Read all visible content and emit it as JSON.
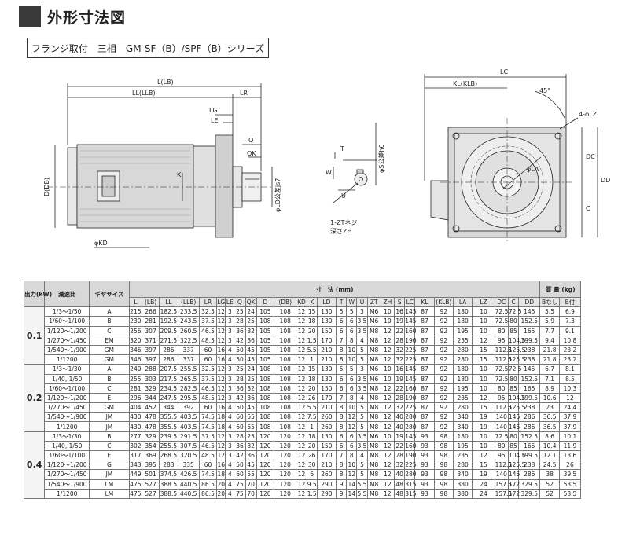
{
  "header": {
    "title": "外形寸法図"
  },
  "series": {
    "title": "フランジ取付　三相　GM-SF（B）/SPF（B）シリーズ"
  },
  "drawing": {
    "labels": {
      "L": "L(LB)",
      "LL": "LL(LLB)",
      "LR": "LR",
      "LG": "LG",
      "LE": "LE",
      "Q": "Q",
      "QK": "QK",
      "K": "K",
      "DB": "D(DB)",
      "KD": "φKD",
      "LD": "φLD公差js7",
      "S": "φS公差h6",
      "T": "T",
      "W": "W",
      "U": "U",
      "ZT": "1-ZTネジ",
      "ZH": "深さZH",
      "LC": "LC",
      "KL": "KL(KLB)",
      "deg": "45°",
      "LZ": "4-φLZ",
      "LA": "φLA",
      "DC": "DC",
      "DD": "DD",
      "C": "C"
    }
  },
  "table": {
    "header": {
      "output": "出力(kW)",
      "ratio": "減速比",
      "gear": "ギヤサイズ",
      "dims": "寸　法",
      "dims_unit": "(mm)",
      "mass": "質 量",
      "mass_unit": "(kg)",
      "cols": [
        "L",
        "(LB)",
        "LL",
        "(LLB)",
        "LR",
        "LG",
        "LE",
        "Q",
        "QK",
        "D",
        "(DB)",
        "KD",
        "K",
        "LD",
        "T",
        "W",
        "U",
        "ZT",
        "ZH",
        "S",
        "LC",
        "KL",
        "(KLB)",
        "LA",
        "LZ",
        "DC",
        "C",
        "DD"
      ],
      "mass_cols": [
        "Bなし",
        "B付"
      ]
    },
    "groups": [
      {
        "output": "0.1",
        "rows": [
          {
            "ratio": "1/3〜1/50",
            "gear": "A",
            "v": [
              "215",
              "266",
              "182.5",
              "233.5",
              "32.5",
              "12",
              "3",
              "25",
              "24",
              "105",
              "108",
              "12",
              "15",
              "130",
              "5",
              "5",
              "3",
              "M6",
              "10",
              "16",
              "145",
              "87",
              "92",
              "180",
              "10",
              "72.5",
              "72.5",
              "145",
              "5.5",
              "6.9"
            ]
          },
          {
            "ratio": "1/60〜1/100",
            "gear": "B",
            "v": [
              "230",
              "281",
              "192.5",
              "243.5",
              "37.5",
              "12",
              "3",
              "28",
              "25",
              "108",
              "108",
              "12",
              "18",
              "130",
              "6",
              "6",
              "3.5",
              "M6",
              "10",
              "19",
              "145",
              "87",
              "92",
              "180",
              "10",
              "72.5",
              "80",
              "152.5",
              "5.9",
              "7.3"
            ]
          },
          {
            "ratio": "1/120〜1/200",
            "gear": "C",
            "v": [
              "256",
              "307",
              "209.5",
              "260.5",
              "46.5",
              "12",
              "3",
              "36",
              "32",
              "105",
              "108",
              "12",
              "20",
              "150",
              "6",
              "6",
              "3.5",
              "M8",
              "12",
              "22",
              "160",
              "87",
              "92",
              "195",
              "10",
              "80",
              "85",
              "165",
              "7.7",
              "9.1"
            ]
          },
          {
            "ratio": "1/270〜1/450",
            "gear": "EM",
            "v": [
              "320",
              "371",
              "271.5",
              "322.5",
              "48.5",
              "12",
              "3",
              "42",
              "36",
              "105",
              "108",
              "12",
              "1.5",
              "170",
              "7",
              "8",
              "4",
              "M8",
              "12",
              "28",
              "190",
              "87",
              "92",
              "235",
              "12",
              "95",
              "104.5",
              "199.5",
              "9.4",
              "10.8"
            ]
          },
          {
            "ratio": "1/540〜1/900",
            "gear": "GM",
            "v": [
              "346",
              "397",
              "286",
              "337",
              "60",
              "16",
              "4",
              "50",
              "45",
              "105",
              "108",
              "12",
              "5.5",
              "210",
              "8",
              "10",
              "5",
              "M8",
              "12",
              "32",
              "225",
              "87",
              "92",
              "280",
              "15",
              "112.5",
              "125.5",
              "238",
              "21.8",
              "23.2"
            ]
          },
          {
            "ratio": "1/1200",
            "gear": "GM",
            "v": [
              "346",
              "397",
              "286",
              "337",
              "60",
              "16",
              "4",
              "50",
              "45",
              "105",
              "108",
              "12",
              "1",
              "210",
              "8",
              "10",
              "5",
              "M8",
              "12",
              "32",
              "225",
              "87",
              "92",
              "280",
              "15",
              "112.5",
              "125.5",
              "238",
              "21.8",
              "23.2"
            ]
          }
        ]
      },
      {
        "output": "0.2",
        "rows": [
          {
            "ratio": "1/3〜1/30",
            "gear": "A",
            "v": [
              "240",
              "288",
              "207.5",
              "255.5",
              "32.5",
              "12",
              "3",
              "25",
              "24",
              "108",
              "108",
              "12",
              "15",
              "130",
              "5",
              "5",
              "3",
              "M6",
              "10",
              "16",
              "145",
              "87",
              "92",
              "180",
              "10",
              "72.5",
              "72.5",
              "145",
              "6.7",
              "8.1"
            ]
          },
          {
            "ratio": "1/40, 1/50",
            "gear": "B",
            "v": [
              "255",
              "303",
              "217.5",
              "265.5",
              "37.5",
              "12",
              "3",
              "28",
              "25",
              "108",
              "108",
              "12",
              "18",
              "130",
              "6",
              "6",
              "3.5",
              "M6",
              "10",
              "19",
              "145",
              "87",
              "92",
              "180",
              "10",
              "72.5",
              "80",
              "152.5",
              "7.1",
              "8.5"
            ]
          },
          {
            "ratio": "1/60〜1/100",
            "gear": "C",
            "v": [
              "281",
              "329",
              "234.5",
              "282.5",
              "46.5",
              "12",
              "3",
              "36",
              "32",
              "108",
              "108",
              "12",
              "20",
              "150",
              "6",
              "6",
              "3.5",
              "M8",
              "12",
              "22",
              "160",
              "87",
              "92",
              "195",
              "10",
              "80",
              "85",
              "165",
              "8.9",
              "10.3"
            ]
          },
          {
            "ratio": "1/120〜1/200",
            "gear": "E",
            "v": [
              "296",
              "344",
              "247.5",
              "295.5",
              "48.5",
              "12",
              "3",
              "42",
              "36",
              "108",
              "108",
              "12",
              "26",
              "170",
              "7",
              "8",
              "4",
              "M8",
              "12",
              "28",
              "190",
              "87",
              "92",
              "235",
              "12",
              "95",
              "104.5",
              "199.5",
              "10.6",
              "12"
            ]
          },
          {
            "ratio": "1/270〜1/450",
            "gear": "GM",
            "v": [
              "404",
              "452",
              "344",
              "392",
              "60",
              "16",
              "4",
              "50",
              "45",
              "108",
              "108",
              "12",
              "5.5",
              "210",
              "8",
              "10",
              "5",
              "M8",
              "12",
              "32",
              "225",
              "87",
              "92",
              "280",
              "15",
              "112.5",
              "125.5",
              "238",
              "23",
              "24.4"
            ]
          },
          {
            "ratio": "1/540〜1/900",
            "gear": "JM",
            "v": [
              "430",
              "478",
              "355.5",
              "403.5",
              "74.5",
              "18",
              "4",
              "60",
              "55",
              "108",
              "108",
              "12",
              "7.5",
              "260",
              "8",
              "12",
              "5",
              "M8",
              "12",
              "40",
              "280",
              "87",
              "92",
              "340",
              "19",
              "140",
              "146",
              "286",
              "36.5",
              "37.9"
            ]
          },
          {
            "ratio": "1/1200",
            "gear": "JM",
            "v": [
              "430",
              "478",
              "355.5",
              "403.5",
              "74.5",
              "18",
              "4",
              "60",
              "55",
              "108",
              "108",
              "12",
              "1",
              "260",
              "8",
              "12",
              "5",
              "M8",
              "12",
              "40",
              "280",
              "87",
              "92",
              "340",
              "19",
              "140",
              "146",
              "286",
              "36.5",
              "37.9"
            ]
          }
        ]
      },
      {
        "output": "0.4",
        "rows": [
          {
            "ratio": "1/3〜1/30",
            "gear": "B",
            "v": [
              "277",
              "329",
              "239.5",
              "291.5",
              "37.5",
              "12",
              "3",
              "28",
              "25",
              "120",
              "120",
              "12",
              "18",
              "130",
              "6",
              "6",
              "3.5",
              "M6",
              "10",
              "19",
              "145",
              "93",
              "98",
              "180",
              "10",
              "72.5",
              "80",
              "152.5",
              "8.6",
              "10.1"
            ]
          },
          {
            "ratio": "1/40, 1/50",
            "gear": "C",
            "v": [
              "302",
              "354",
              "255.5",
              "307.5",
              "46.5",
              "12",
              "3",
              "36",
              "32",
              "120",
              "120",
              "12",
              "20",
              "150",
              "6",
              "6",
              "3.5",
              "M8",
              "12",
              "22",
              "160",
              "93",
              "98",
              "195",
              "10",
              "80",
              "85",
              "165",
              "10.4",
              "11.9"
            ]
          },
          {
            "ratio": "1/60〜1/100",
            "gear": "E",
            "v": [
              "317",
              "369",
              "268.5",
              "320.5",
              "48.5",
              "12",
              "3",
              "42",
              "36",
              "120",
              "120",
              "12",
              "26",
              "170",
              "7",
              "8",
              "4",
              "M8",
              "12",
              "28",
              "190",
              "93",
              "98",
              "235",
              "12",
              "95",
              "104.5",
              "199.5",
              "12.1",
              "13.6"
            ]
          },
          {
            "ratio": "1/120〜1/200",
            "gear": "G",
            "v": [
              "343",
              "395",
              "283",
              "335",
              "60",
              "16",
              "4",
              "50",
              "45",
              "120",
              "120",
              "12",
              "30",
              "210",
              "8",
              "10",
              "5",
              "M8",
              "12",
              "32",
              "225",
              "93",
              "98",
              "280",
              "15",
              "112.5",
              "125.5",
              "238",
              "24.5",
              "26"
            ]
          },
          {
            "ratio": "1/270〜1/450",
            "gear": "JM",
            "v": [
              "449",
              "501",
              "374.5",
              "426.5",
              "74.5",
              "18",
              "4",
              "60",
              "55",
              "120",
              "120",
              "12",
              "6",
              "260",
              "8",
              "12",
              "5",
              "M8",
              "12",
              "40",
              "280",
              "93",
              "98",
              "340",
              "19",
              "140",
              "146",
              "286",
              "38",
              "39.5"
            ]
          },
          {
            "ratio": "1/540〜1/900",
            "gear": "LM",
            "v": [
              "475",
              "527",
              "388.5",
              "440.5",
              "86.5",
              "20",
              "4",
              "75",
              "70",
              "120",
              "120",
              "12",
              "9.5",
              "290",
              "9",
              "14",
              "5.5",
              "M8",
              "12",
              "48",
              "315",
              "93",
              "98",
              "380",
              "24",
              "157.5",
              "172",
              "329.5",
              "52",
              "53.5"
            ]
          },
          {
            "ratio": "1/1200",
            "gear": "LM",
            "v": [
              "475",
              "527",
              "388.5",
              "440.5",
              "86.5",
              "20",
              "4",
              "75",
              "70",
              "120",
              "120",
              "12",
              "1.5",
              "290",
              "9",
              "14",
              "5.5",
              "M8",
              "12",
              "48",
              "315",
              "93",
              "98",
              "380",
              "24",
              "157.5",
              "172",
              "329.5",
              "52",
              "53.5"
            ]
          }
        ]
      }
    ]
  }
}
